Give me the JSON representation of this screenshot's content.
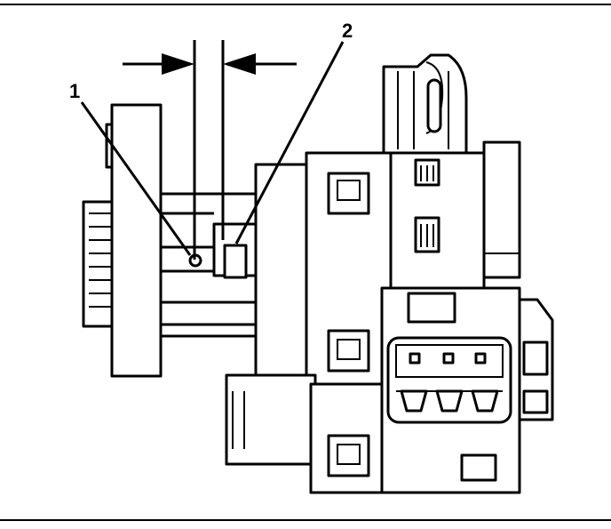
{
  "figure": {
    "callouts": [
      {
        "id": "1",
        "label": "1"
      },
      {
        "id": "2",
        "label": "2"
      }
    ],
    "colors": {
      "ink": "#000000",
      "paper": "#ffffff"
    }
  }
}
